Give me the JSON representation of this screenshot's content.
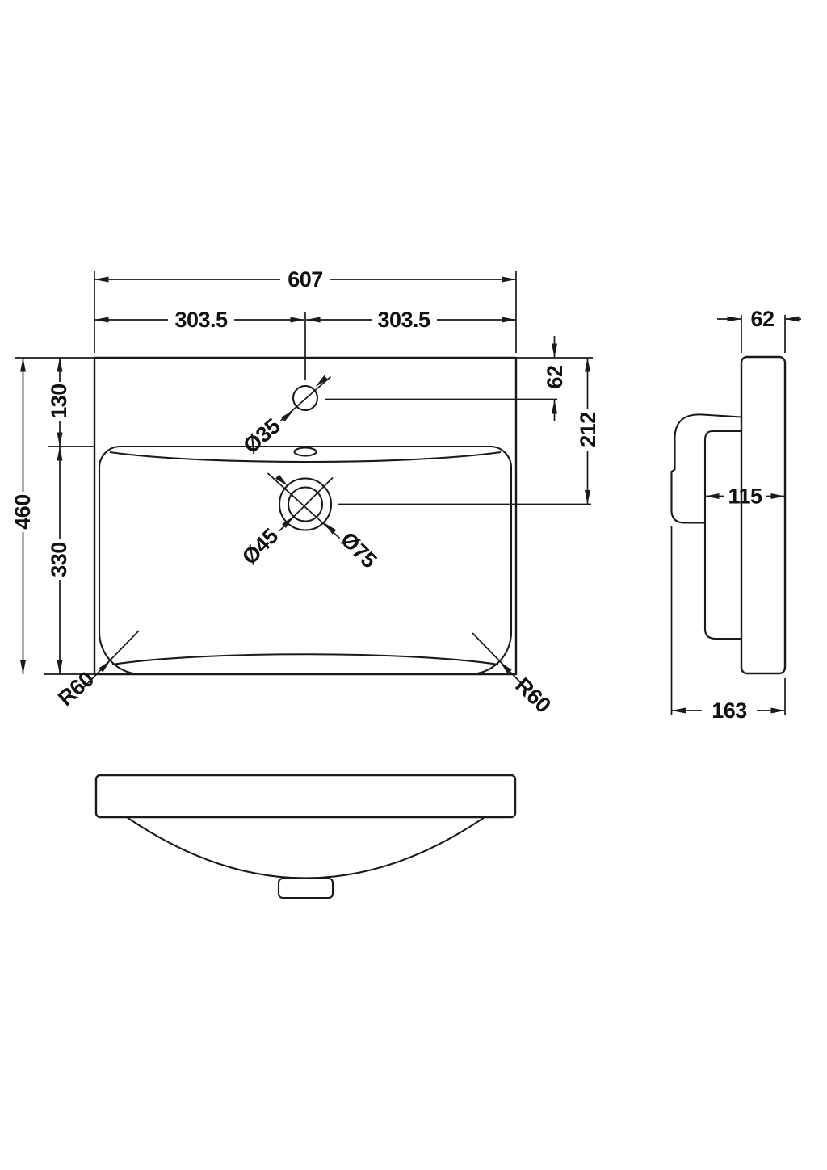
{
  "drawing_title": "Basin dimensional drawing",
  "colors": {
    "line": "#1a1a1a",
    "background": "#ffffff"
  },
  "plan_view": {
    "dimensions": {
      "overall_width": "607",
      "half_width_left": "303.5",
      "half_width_right": "303.5",
      "overall_depth": "460",
      "rim_to_bowl_front": "130",
      "bowl_length": "330",
      "tap_hole_setback": "62",
      "waste_setback": "212",
      "tap_hole_diameter": "Ø35",
      "waste_inner_diameter": "Ø45",
      "waste_outer_diameter": "Ø75",
      "corner_radius_left": "R60",
      "corner_radius_right": "R60"
    }
  },
  "side_view": {
    "dimensions": {
      "slab_thickness": "62",
      "bowl_projection": "115",
      "overall_projection": "163"
    }
  },
  "front_view": {
    "features": [
      "bowl-curve",
      "drain-block"
    ]
  }
}
